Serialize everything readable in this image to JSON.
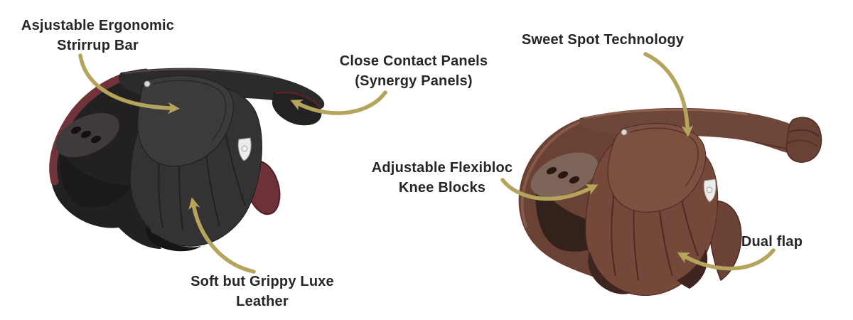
{
  "figure": {
    "background_color": "#ffffff",
    "arrow_color": "#b5a45c",
    "label_text_color": "#262626"
  },
  "saddles": {
    "left": {
      "icon": "black-jumping-saddle",
      "main_color": "#343233",
      "seat_color": "#2d2a2b",
      "accent_color": "#6e3138",
      "plate_color": "#ececec"
    },
    "right": {
      "icon": "brown-jumping-saddle",
      "main_color": "#75493a",
      "seat_color": "#6f463a",
      "accent_color": "#3e2520",
      "plate_color": "#ececec"
    }
  },
  "annotations": {
    "stirrup_bar": {
      "line1": "Asjustable Ergonomic",
      "line2": "Strirrup Bar"
    },
    "close_contact": {
      "line1": "Close Contact Panels",
      "line2": "(Synergy Panels)"
    },
    "sweet_spot": {
      "line1": "Sweet Spot Technology"
    },
    "knee_blocks": {
      "line1": "Adjustable Flexibloc",
      "line2": "Knee Blocks"
    },
    "dual_flap": {
      "line1": "Dual flap"
    },
    "luxe_leather": {
      "line1": "Soft but Grippy Luxe",
      "line2": "Leather"
    }
  }
}
